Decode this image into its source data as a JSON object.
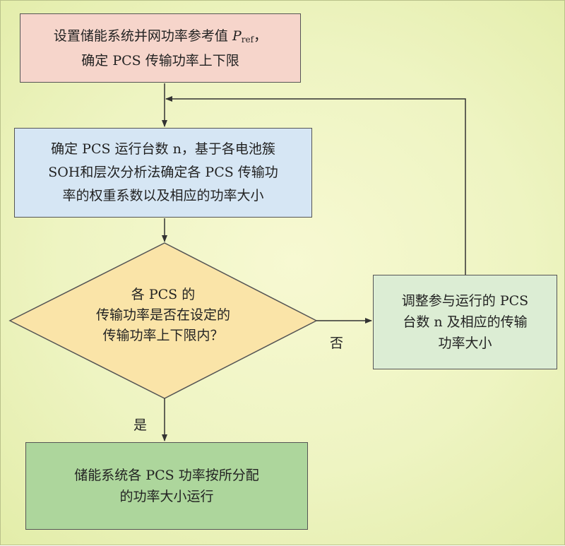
{
  "nodes": {
    "set_reference": {
      "line1_prefix": "设置储能系统并网功率参考值",
      "symbol_main": "P",
      "symbol_sub": "ref",
      "line1_suffix": "，",
      "line2": "确定 PCS 传输功率上下限"
    },
    "determine_weights": {
      "text": "确定 PCS 运行台数 n，基于各电池簇\nSOH和层次分析法确定各 PCS 传输功\n率的权重系数以及相应的功率大小"
    },
    "check_limits": {
      "text": "各 PCS 的\n传输功率是否在设定的\n传输功率上下限内？"
    },
    "adjust_count": {
      "text": "调整参与运行的 PCS\n台数 n 及相应的传输\n功率大小"
    },
    "run_allocated": {
      "text": "储能系统各 PCS 功率按所分配\n的功率大小运行"
    }
  },
  "edges": {
    "no_label": "否",
    "yes_label": "是"
  },
  "colors": {
    "box1_fill": "#f6d5cb",
    "box2_fill": "#d6e6f4",
    "box3_fill": "#dcedd4",
    "box4_fill": "#add69c",
    "diamond_fill": "#fae4a8",
    "line": "#333333"
  }
}
